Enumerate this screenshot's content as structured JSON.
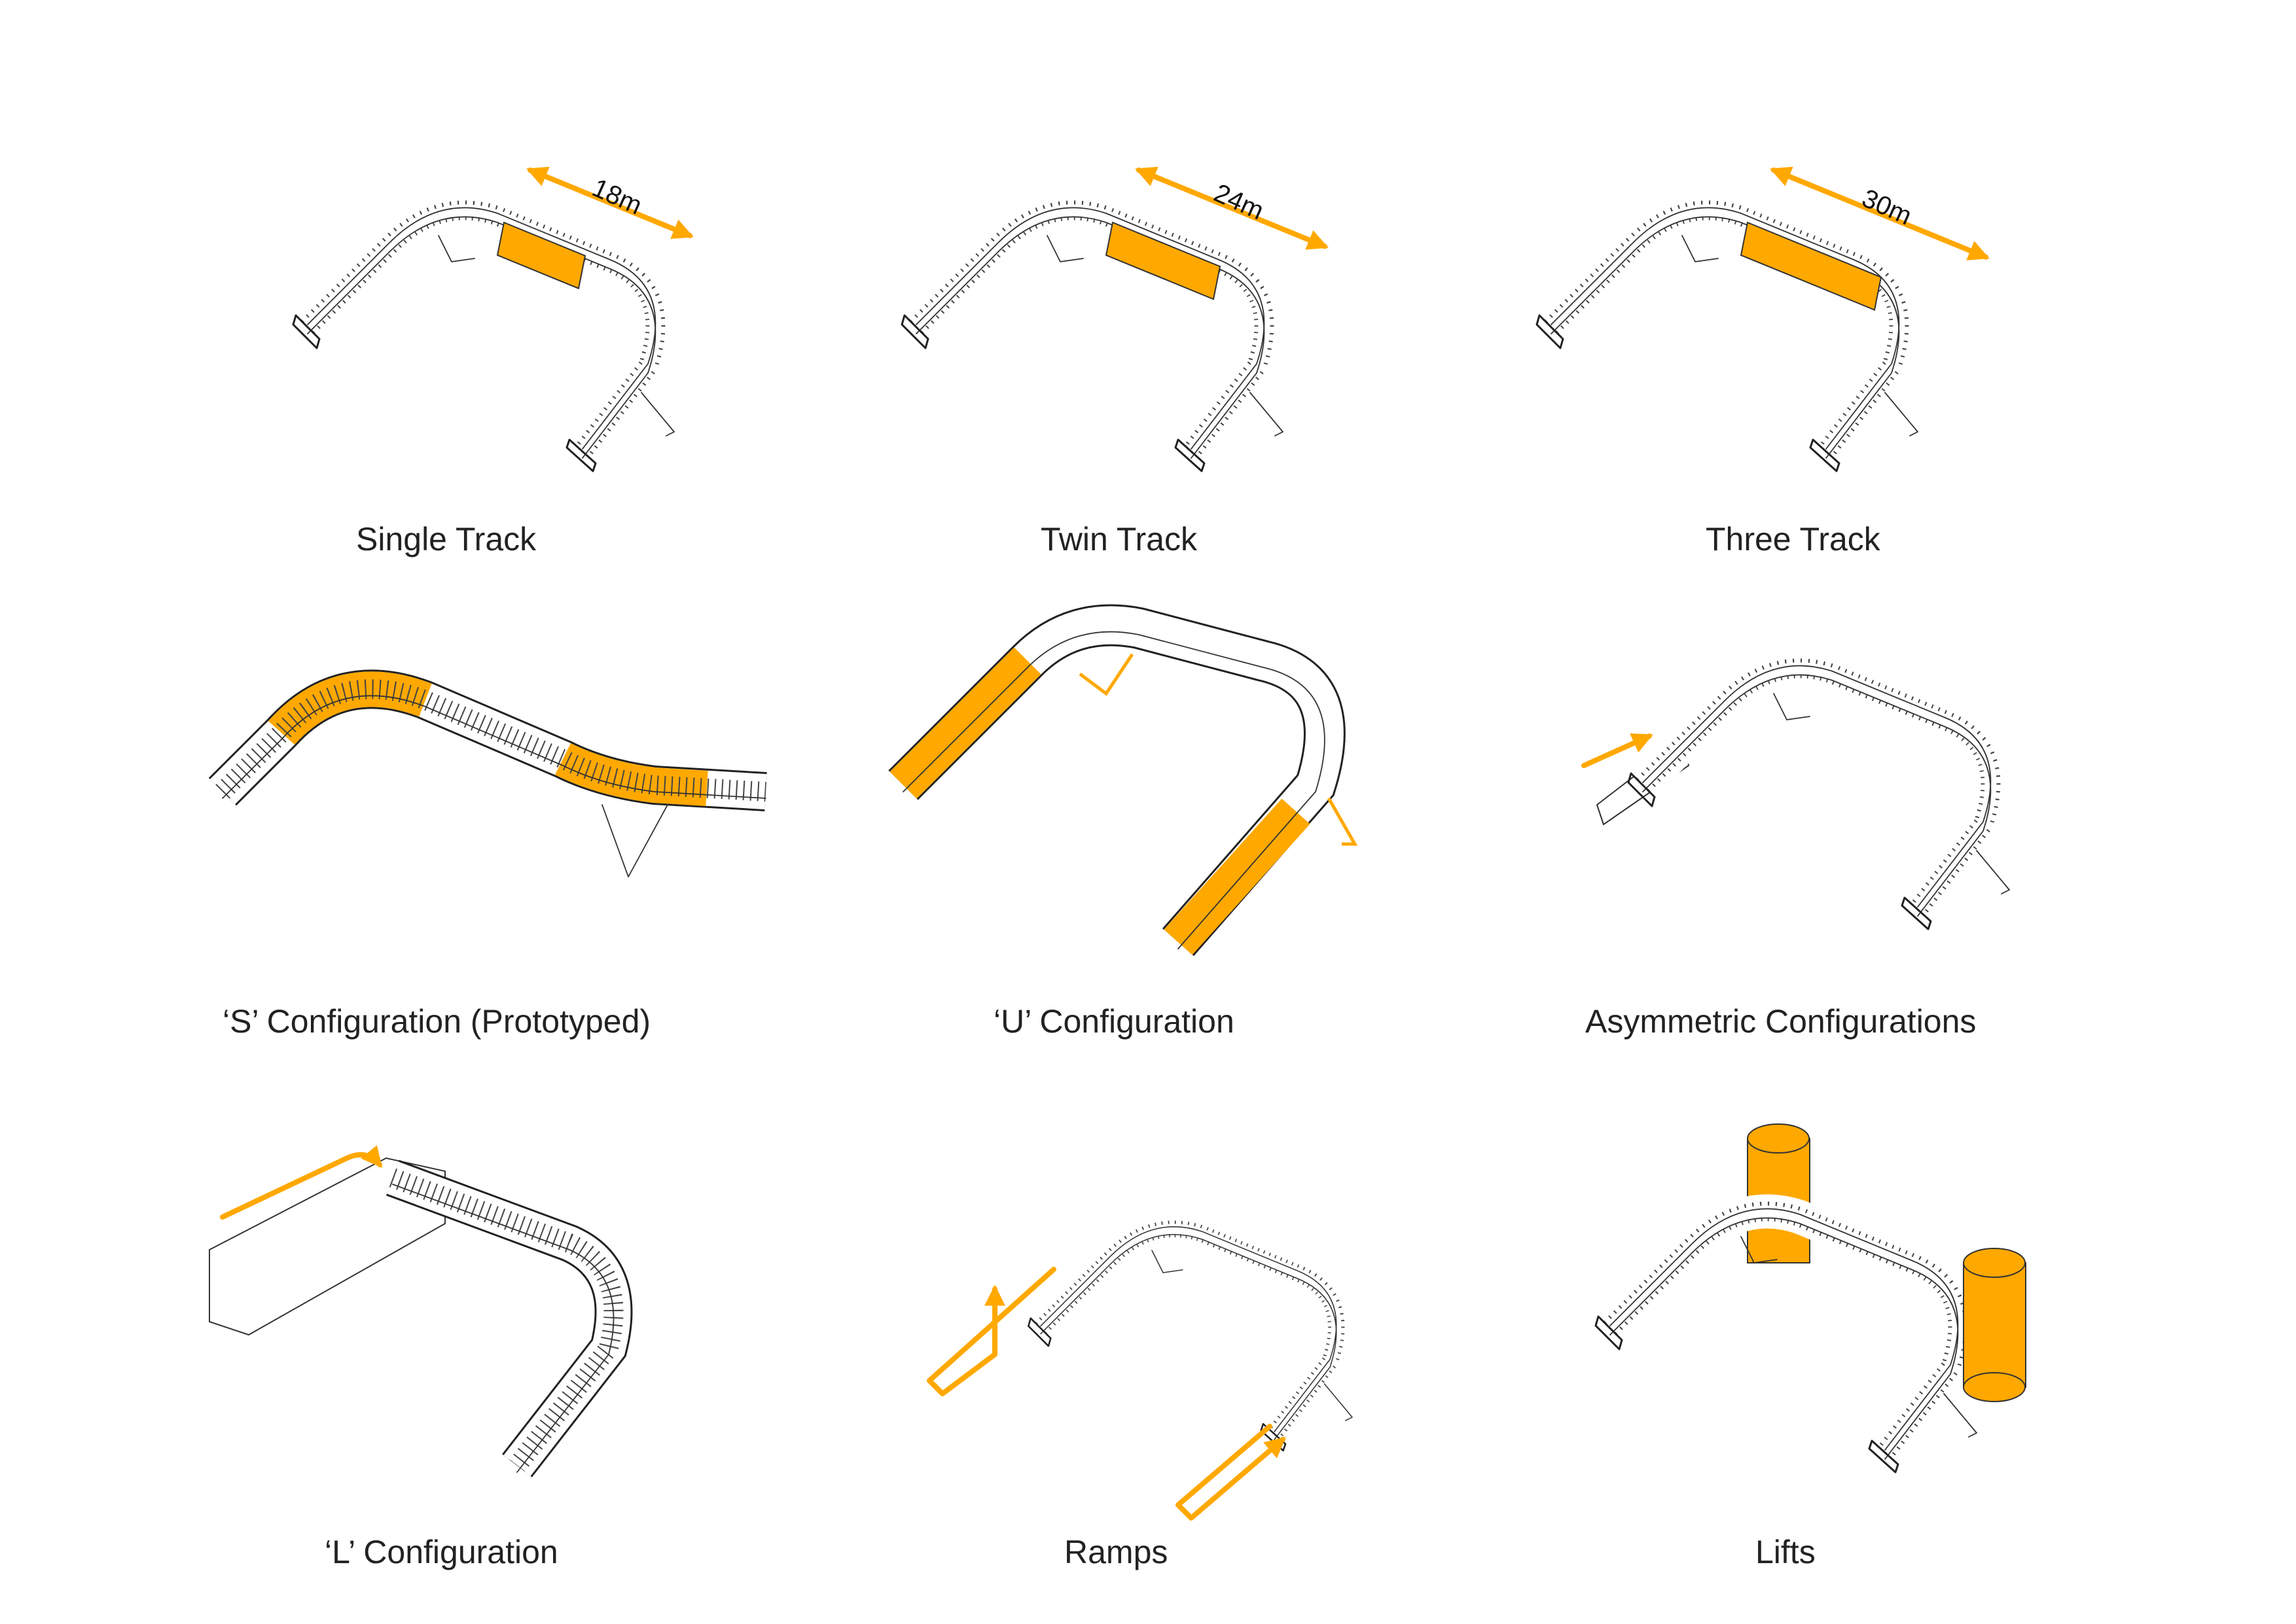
{
  "colors": {
    "accent": "#FFA800",
    "line": "#222222",
    "background": "#FFFFFF"
  },
  "panels": [
    {
      "id": "single",
      "label": "Single Track",
      "dimension": "18m"
    },
    {
      "id": "twin",
      "label": "Twin Track",
      "dimension": "24m"
    },
    {
      "id": "three",
      "label": "Three Track",
      "dimension": "30m"
    },
    {
      "id": "s-config",
      "label": "‘S’ Configuration (Prototyped)"
    },
    {
      "id": "u-config",
      "label": "‘U’ Configuration"
    },
    {
      "id": "asym",
      "label": "Asymmetric Configurations"
    },
    {
      "id": "l-config",
      "label": "‘L’ Configuration"
    },
    {
      "id": "ramps",
      "label": "Ramps"
    },
    {
      "id": "lifts",
      "label": "Lifts"
    }
  ]
}
